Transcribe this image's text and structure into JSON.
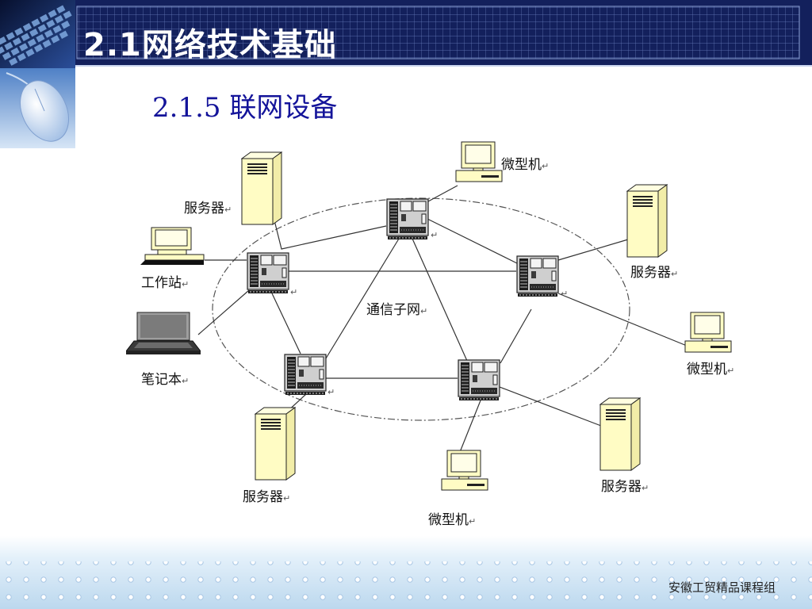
{
  "header": {
    "title": "2.1网络技术基础"
  },
  "subtitle": "2.1.5 联网设备",
  "diagram": {
    "center_label": "通信子网",
    "para_mark": "↵",
    "devices": [
      {
        "icon": "server-icon",
        "label": "服务器"
      },
      {
        "icon": "computer-icon",
        "label": "微型机"
      },
      {
        "icon": "server-icon",
        "label": "服务器"
      },
      {
        "icon": "workstation-icon",
        "label": "工作站"
      },
      {
        "icon": "laptop-icon",
        "label": "笔记本"
      },
      {
        "icon": "computer-icon",
        "label": "微型机"
      },
      {
        "icon": "server-icon",
        "label": "服务器"
      },
      {
        "icon": "computer-icon",
        "label": "微型机"
      },
      {
        "icon": "server-icon",
        "label": "服务器"
      }
    ],
    "node_icon": "switch-node-icon"
  },
  "footer": {
    "text": "安徽工贸精品课程组"
  },
  "colors": {
    "header_bg": "#13205c",
    "subtitle": "#14149a",
    "device_fill": "#fffcc4"
  }
}
